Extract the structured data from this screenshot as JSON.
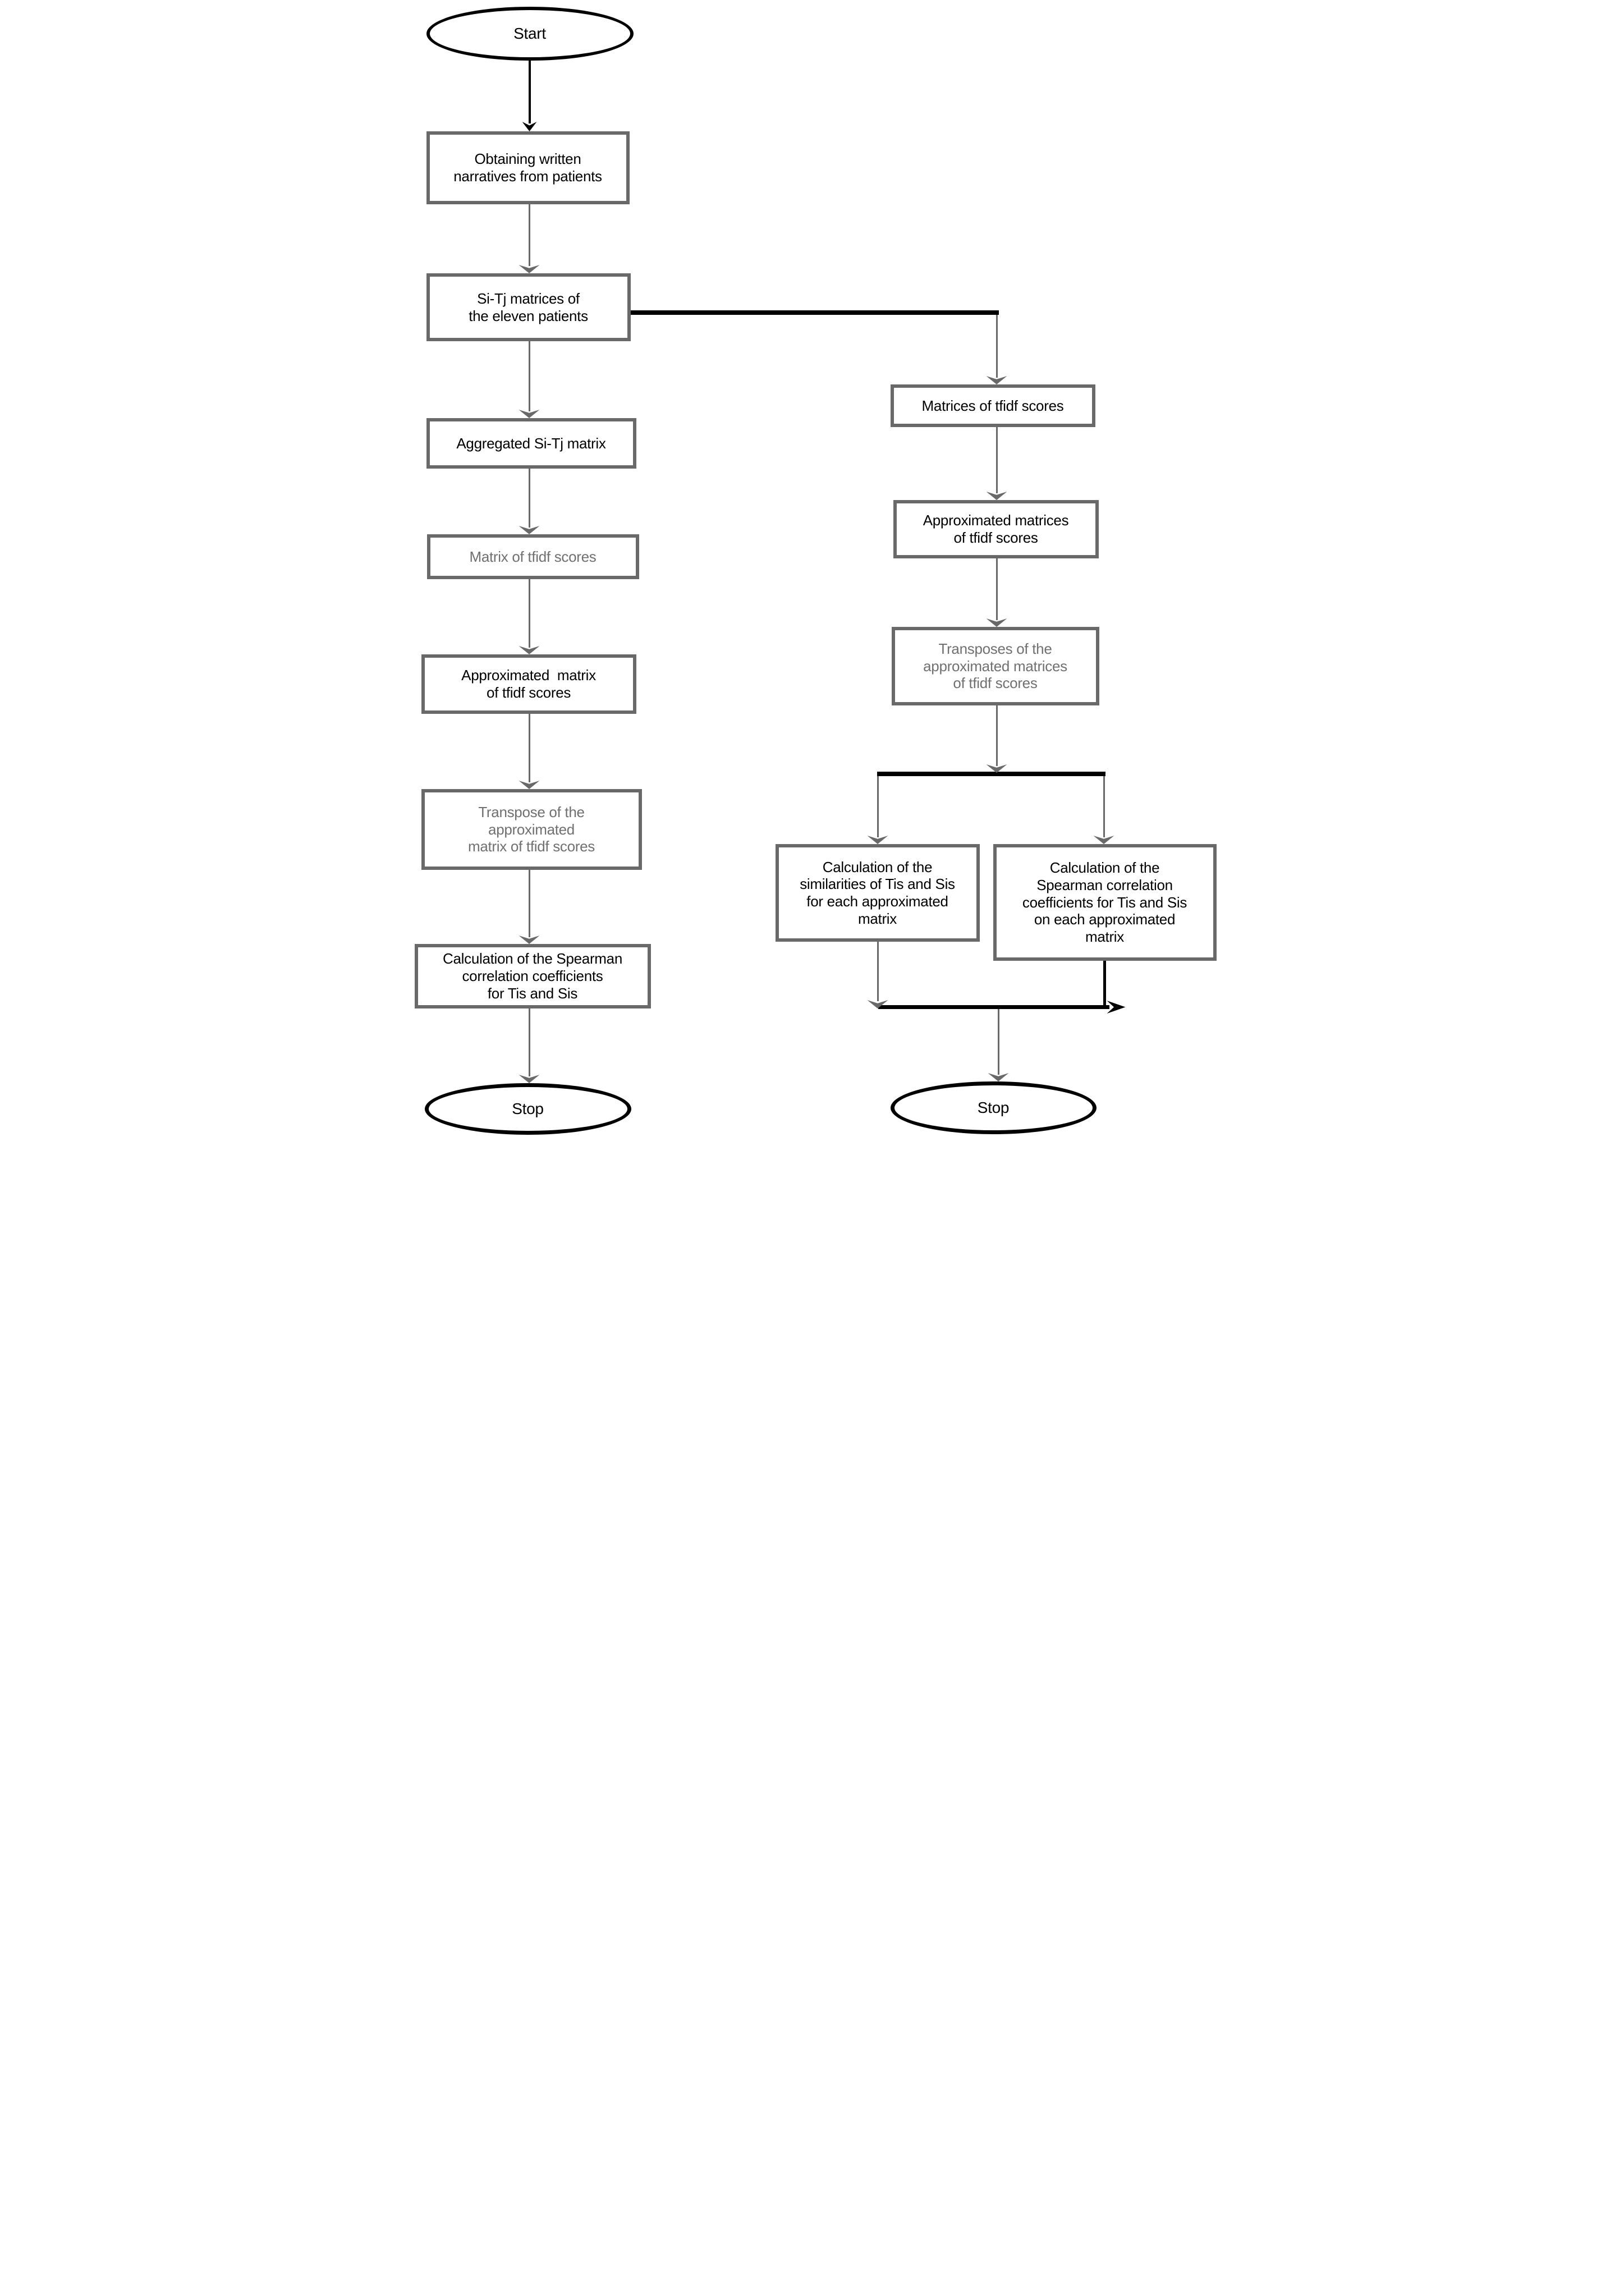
{
  "diagram": {
    "background": "#ffffff",
    "colors": {
      "terminator_outline": "#000000",
      "process_outline": "#696969",
      "text_black": "#000000",
      "text_gray": "#707070"
    },
    "left_column": {
      "start_label": "Start",
      "steps": [
        {
          "label": "Obtaining written\nnarratives from patients",
          "text_color": "black"
        },
        {
          "label": "Si-Tj matrices of\nthe eleven patients",
          "text_color": "black"
        },
        {
          "label": "Aggregated Si-Tj matrix",
          "text_color": "black"
        },
        {
          "label": "Matrix of tfidf scores",
          "text_color": "gray"
        },
        {
          "label": "Approximated  matrix\nof tfidf scores",
          "text_color": "black"
        },
        {
          "label": "Transpose of the\napproximated\nmatrix of tfidf scores",
          "text_color": "gray"
        },
        {
          "label": "Calculation of the Spearman\ncorrelation coefficients\nfor Tis and Sis",
          "text_color": "black"
        }
      ],
      "stop_label": "Stop"
    },
    "right_column": {
      "steps": [
        {
          "label": "Matrices of tfidf scores",
          "text_color": "black"
        },
        {
          "label": "Approximated matrices\nof tfidf scores",
          "text_color": "black"
        },
        {
          "label": "Transposes of the\napproximated matrices\nof tfidf scores",
          "text_color": "gray"
        }
      ],
      "branches": [
        {
          "label": "Calculation of the\nsimilarities of Tis and Sis\nfor each approximated\nmatrix",
          "text_color": "black"
        },
        {
          "label": "Calculation of the\nSpearman correlation\ncoefficients for Tis and Sis\non each approximated\nmatrix",
          "text_color": "black"
        }
      ],
      "stop_label": "Stop"
    }
  }
}
